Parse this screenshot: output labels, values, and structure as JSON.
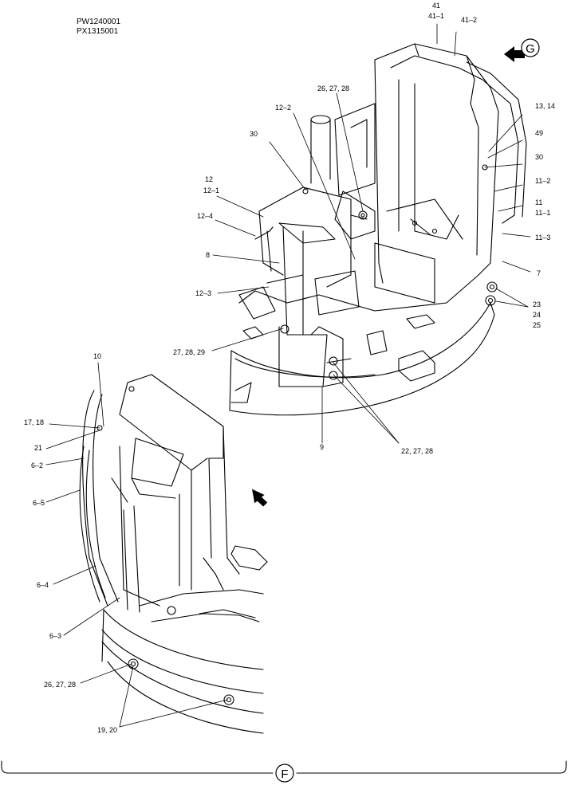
{
  "model_codes": [
    "PW1240001",
    "PX1315001"
  ],
  "view_markers": {
    "g": "G",
    "f": "F"
  },
  "callouts": {
    "c41": "41",
    "c41_1": "41–1",
    "c41_2": "41–2",
    "c13_14": "13, 14",
    "c49": "49",
    "c30_right": "30",
    "c11_2": "11–2",
    "c11": "11",
    "c11_1": "11–1",
    "c11_3": "11–3",
    "c7": "7",
    "c23": "23",
    "c24": "24",
    "c25": "25",
    "c26_27_28_top": "26, 27, 28",
    "c12_2": "12–2",
    "c30_left": "30",
    "c12": "12",
    "c12_1": "12–1",
    "c12_4": "12–4",
    "c8": "8",
    "c12_3": "12–3",
    "c27_28_29": "27, 28, 29",
    "c9": "9",
    "c22_27_28": "22, 27, 28",
    "c10": "10",
    "c17_18": "17, 18",
    "c21": "21",
    "c6_2": "6–2",
    "c6_5": "6–5",
    "c6_4": "6–4",
    "c6_3": "6–3",
    "c26_27_28_bottom": "26, 27, 28",
    "c19_20": "19, 20"
  }
}
